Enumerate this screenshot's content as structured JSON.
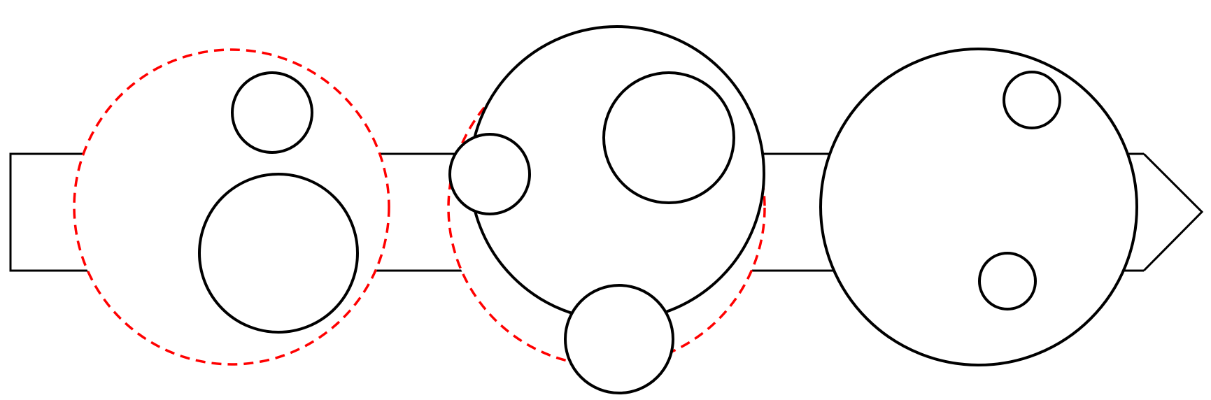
{
  "colors": {
    "stroke": "#000000",
    "highlight": "#ff0000",
    "fill": "#ffffff",
    "background": "#ffffff"
  },
  "diagram": {
    "kind": "circles-along-arrow",
    "arrow": {
      "direction": "right"
    },
    "groups": [
      {
        "name": "group-1",
        "highlighted": true,
        "big_circle_outline": "dashed-red",
        "inner_circles": 2
      },
      {
        "name": "group-2",
        "highlighted": true,
        "big_circle_outline": "solid-black",
        "inner_circles": 1,
        "boundary_circles": 2,
        "overlap_ring": "dashed-red"
      },
      {
        "name": "group-3",
        "highlighted": false,
        "big_circle_outline": "solid-black",
        "inner_circles": 2
      }
    ]
  }
}
